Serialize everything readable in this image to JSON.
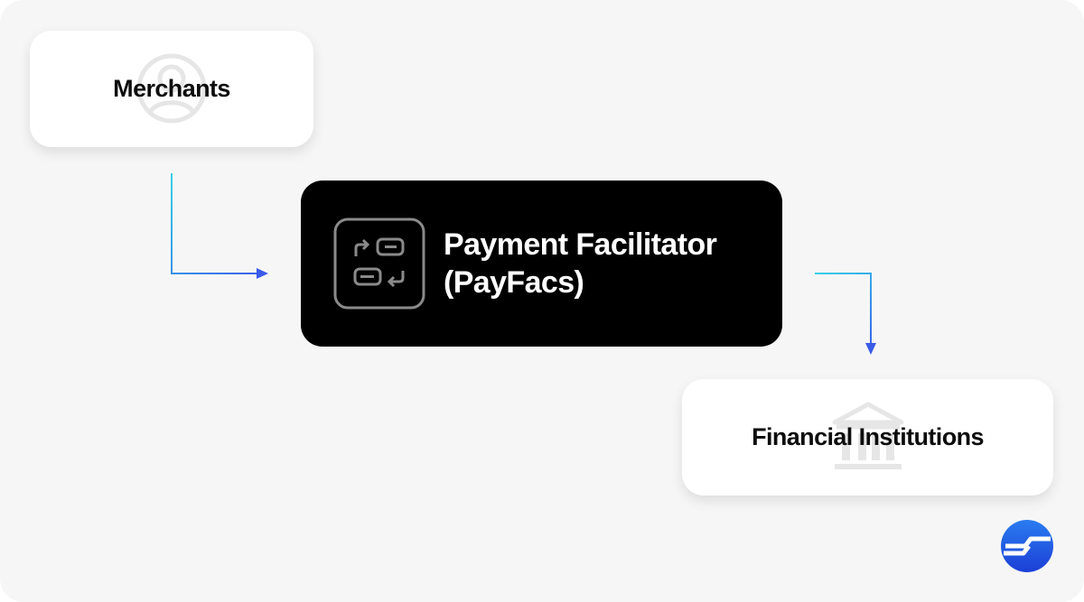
{
  "diagram": {
    "merchants": {
      "label": "Merchants",
      "icon": "user-icon"
    },
    "central": {
      "title_line1": "Payment Facilitator",
      "title_line2": "(PayFacs)",
      "icon": "exchange-icon"
    },
    "financial": {
      "label": "Financial Institutions",
      "icon": "bank-icon"
    },
    "connectors": [
      {
        "from": "Merchants",
        "to": "Payment Facilitator (PayFacs)"
      },
      {
        "from": "Payment Facilitator (PayFacs)",
        "to": "Financial Institutions"
      }
    ],
    "brand_logo": {
      "icon": "brand-logo-icon"
    },
    "colors": {
      "background": "#f6f6f6",
      "card": "#ffffff",
      "central_card": "#000000",
      "arrow_start": "#39d0e6",
      "arrow_end": "#3a5be8",
      "watermark": "#e6e6e6",
      "logo_blue": "#1e4fe0"
    }
  }
}
